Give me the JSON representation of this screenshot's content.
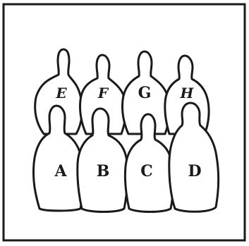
{
  "figures": {
    "back_row": [
      {
        "id": "E",
        "label": "E"
      },
      {
        "id": "F",
        "label": "F"
      },
      {
        "id": "G",
        "label": "G"
      },
      {
        "id": "H",
        "label": "H"
      }
    ],
    "front_row": [
      {
        "id": "A",
        "label": "A"
      },
      {
        "id": "B",
        "label": "B"
      },
      {
        "id": "C",
        "label": "C"
      },
      {
        "id": "D",
        "label": "D"
      }
    ]
  },
  "colors": {
    "stroke": "#1a1a1a",
    "fill": "#ffffff"
  }
}
